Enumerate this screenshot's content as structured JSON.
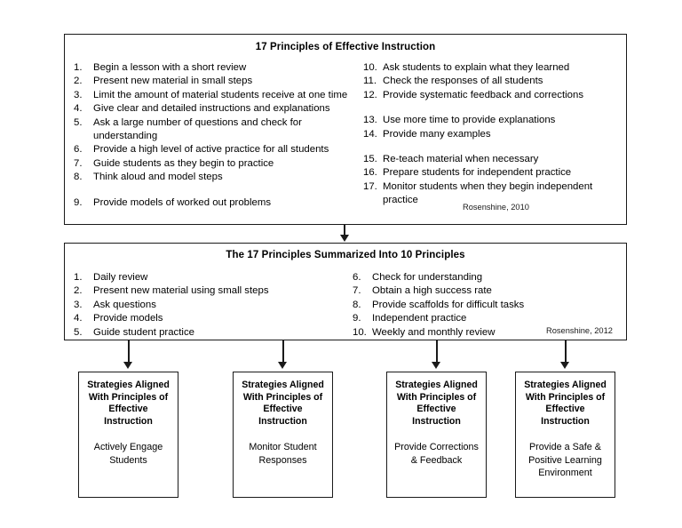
{
  "diagram": {
    "box_principles_17": {
      "title": "17 Principles of Effective Instruction",
      "left_column": [
        {
          "num": "1.",
          "text": "Begin a lesson with a short review",
          "gap": false
        },
        {
          "num": "2.",
          "text": "Present new  material in small steps",
          "gap": false
        },
        {
          "num": "3.",
          "text": "Limit the amount of material students receive at one time",
          "gap": false
        },
        {
          "num": "4.",
          "text": "Give clear and detailed instructions and explanations",
          "gap": false
        },
        {
          "num": "5.",
          "text": "Ask a large number of  questions and check for understanding",
          "gap": false
        },
        {
          "num": "6.",
          "text": "Provide a high level of active practice for all students",
          "gap": false
        },
        {
          "num": "7.",
          "text": "Guide students as they begin to practice",
          "gap": false
        },
        {
          "num": "8.",
          "text": "Think aloud and model steps",
          "gap": false
        },
        {
          "num": "9.",
          "text": "Provide models of worked out problems",
          "gap": true
        }
      ],
      "right_column": [
        {
          "num": "10.",
          "text": "Ask students to explain what they learned",
          "gap": false
        },
        {
          "num": "11.",
          "text": "Check the responses of all students",
          "gap": false
        },
        {
          "num": "12.",
          "text": "Provide systematic feedback and corrections",
          "gap": false
        },
        {
          "num": "13.",
          "text": "Use more time to provide explanations",
          "gap": true
        },
        {
          "num": "14.",
          "text": "Provide many examples",
          "gap": false
        },
        {
          "num": "15.",
          "text": "Re-teach material when necessary",
          "gap": true
        },
        {
          "num": "16.",
          "text": "Prepare students for independent practice",
          "gap": false
        },
        {
          "num": "17.",
          "text": "Monitor students when they begin independent practice",
          "gap": false
        }
      ],
      "citation": "Rosenshine, 2010"
    },
    "box_principles_10": {
      "title": "The 17 Principles Summarized Into 10 Principles",
      "left_column": [
        {
          "num": "1.",
          "text": "Daily review",
          "gap": false
        },
        {
          "num": "2.",
          "text": "Present new  material using small steps",
          "gap": false
        },
        {
          "num": "3.",
          "text": "Ask questions",
          "gap": false
        },
        {
          "num": "4.",
          "text": "Provide models",
          "gap": false
        },
        {
          "num": "5.",
          "text": "Guide student practice",
          "gap": false
        }
      ],
      "right_column": [
        {
          "num": "6.",
          "text": "Check for understanding",
          "gap": false
        },
        {
          "num": "7.",
          "text": "Obtain a high success rate",
          "gap": false
        },
        {
          "num": "8.",
          "text": "Provide scaffolds for difficult tasks",
          "gap": false
        },
        {
          "num": "9.",
          "text": "Independent practice",
          "gap": false
        },
        {
          "num": "10.",
          "text": "Weekly and monthly review",
          "gap": false
        }
      ],
      "citation": "Rosenshine, 2012"
    },
    "strategy_boxes": [
      {
        "heading": "Strategies Aligned With Principles of Effective Instruction",
        "body": "Actively Engage Students"
      },
      {
        "heading": "Strategies Aligned With Principles of Effective Instruction",
        "body": "Monitor Student Responses"
      },
      {
        "heading": "Strategies Aligned With Principles of Effective Instruction",
        "body": "Provide Corrections & Feedback"
      },
      {
        "heading": "Strategies Aligned With Principles of Effective Instruction",
        "body": "Provide a Safe & Positive Learning Environment"
      }
    ],
    "colors": {
      "border": "#1a1a1a",
      "background": "#ffffff",
      "text": "#000000"
    }
  }
}
